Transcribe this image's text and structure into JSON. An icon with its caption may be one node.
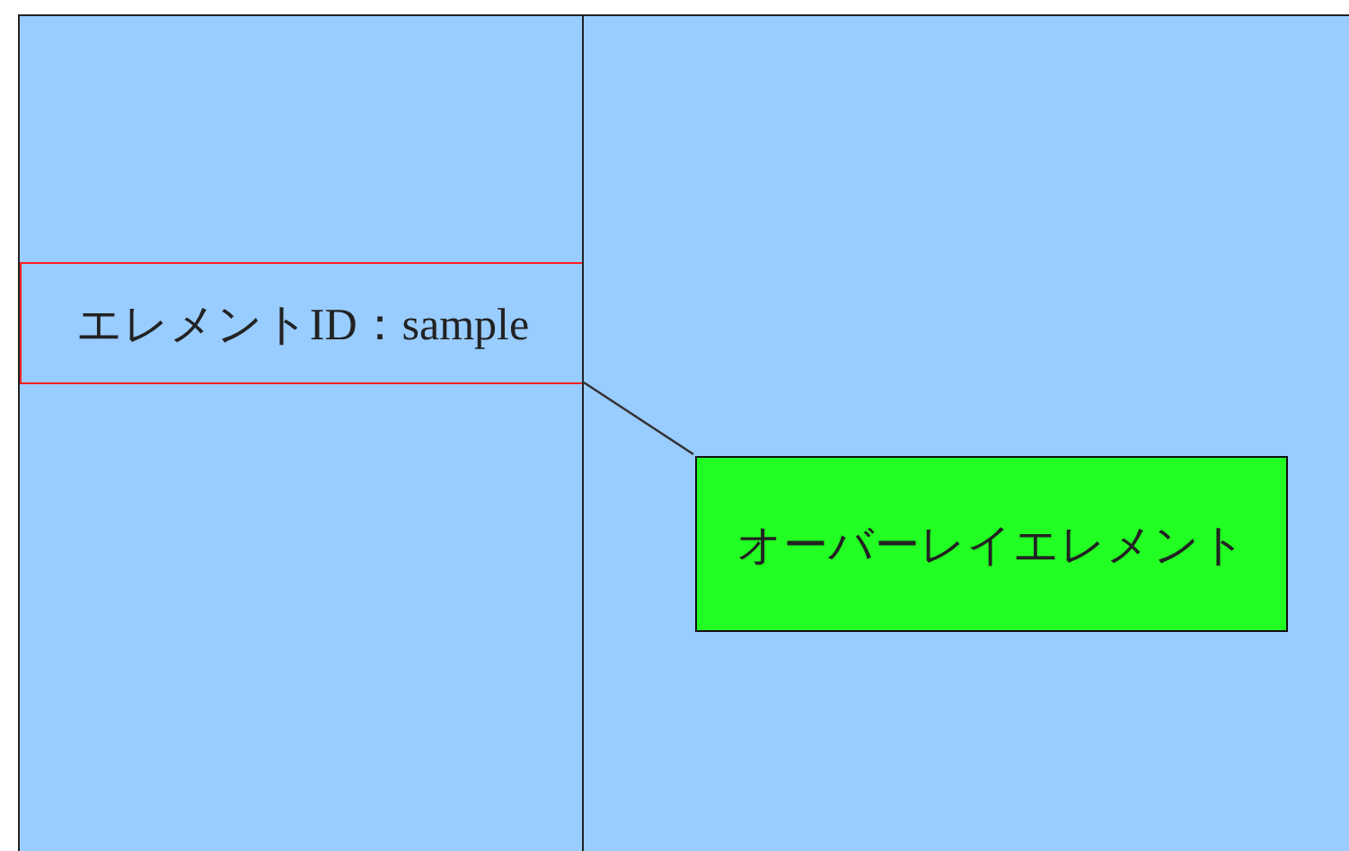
{
  "diagram": {
    "nodes": [
      {
        "text": [],
        "shape": "box"
      },
      {
        "text": [],
        "shape": "box"
      },
      {
        "text": [
          "エレメントID：sample"
        ],
        "in": 0
      },
      {
        "text": [
          "オーバーレイエレメント"
        ],
        "in": 1
      }
    ],
    "edges": [
      {
        "from": 2,
        "to": 3,
        "arrow": "none"
      }
    ]
  }
}
